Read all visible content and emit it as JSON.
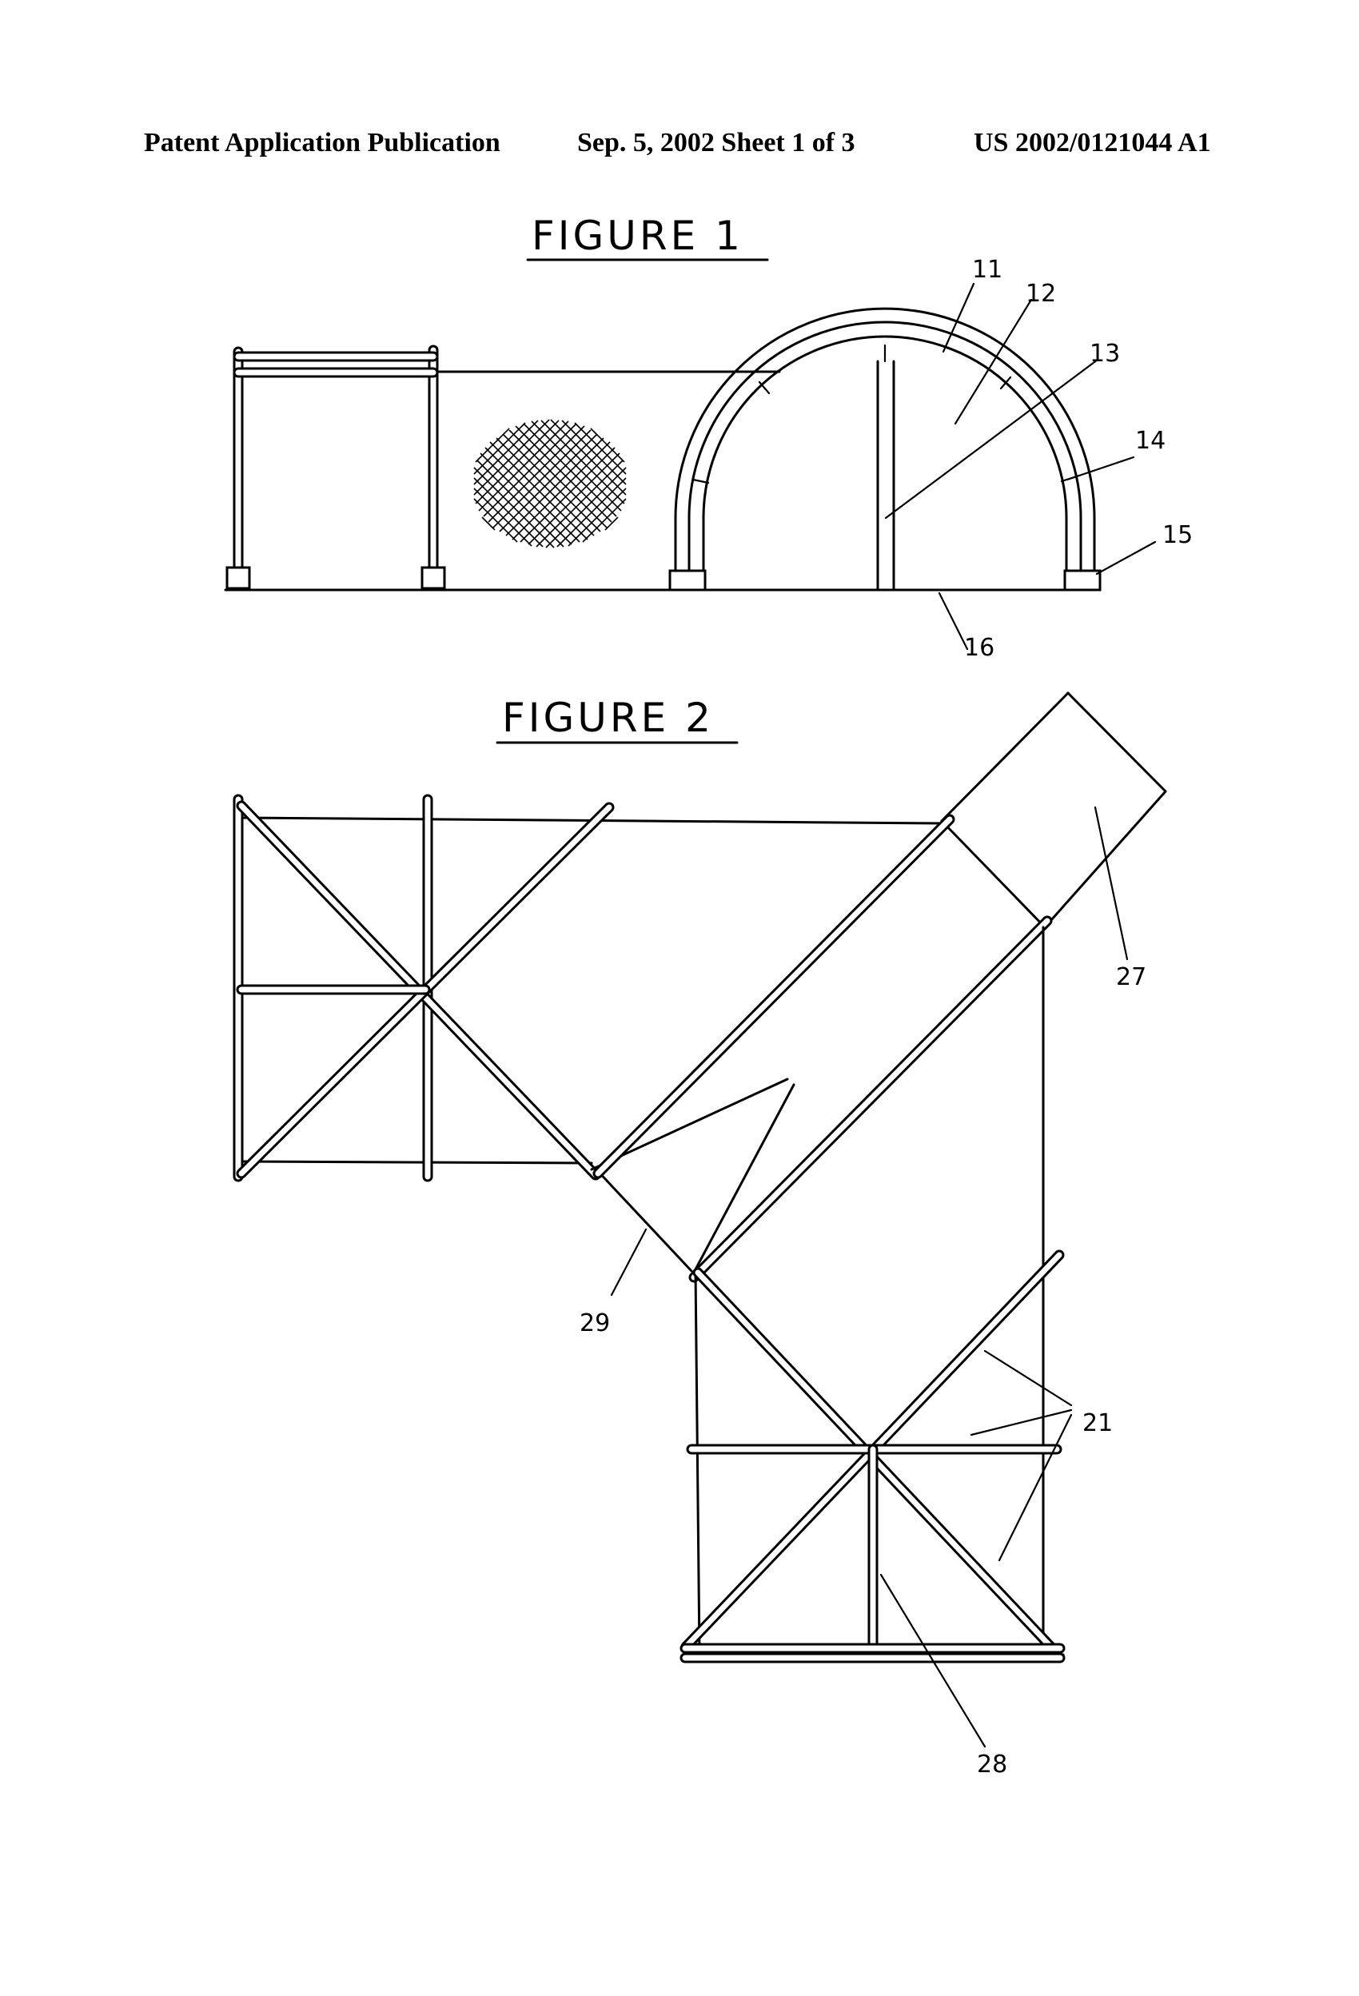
{
  "header": {
    "left": "Patent Application Publication",
    "middle": "Sep. 5, 2002   Sheet 1 of 3",
    "right": "US 2002/0121044 A1"
  },
  "figure1": {
    "title": "FIGURE 1",
    "labels": {
      "r11": "11",
      "r12": "12",
      "r13": "13",
      "r14": "14",
      "r15": "15",
      "r16": "16"
    }
  },
  "figure2": {
    "title": "FIGURE 2",
    "labels": {
      "r27": "27",
      "r29": "29",
      "r21": "21",
      "r28": "28"
    }
  }
}
